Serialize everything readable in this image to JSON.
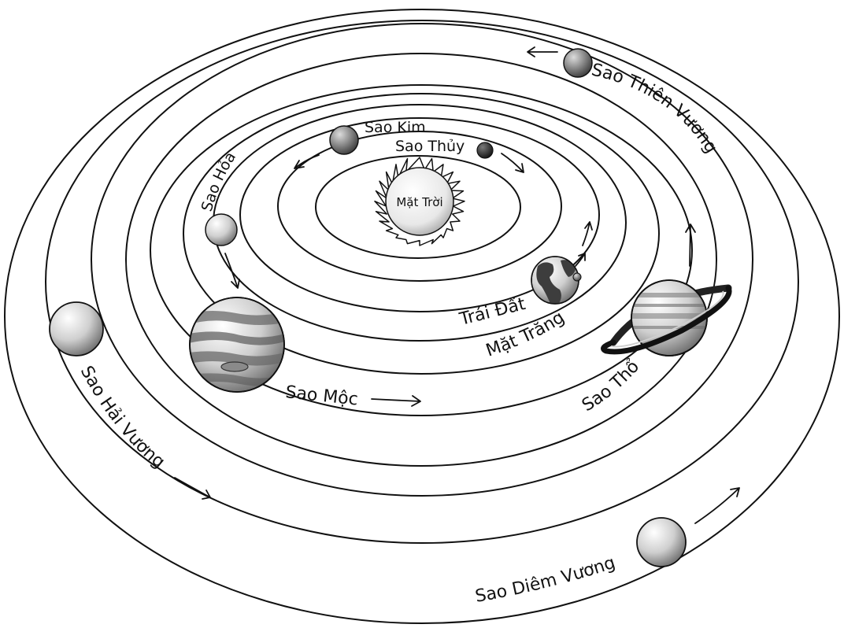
{
  "diagram": {
    "labels": {
      "sun": "Mặt Trời",
      "mercury": "Sao Thủy",
      "venus": "Sao Kim",
      "earth": "Trái Đất",
      "moon": "Mặt Trăng",
      "mars": "Sao Hỏa",
      "jupiter": "Sao Mộc",
      "saturn": "Sao Thổ",
      "uranus": "Sao Thiên Vương",
      "neptune": "Sao Hải Vương",
      "pluto": "Sao Diêm Vương"
    }
  }
}
